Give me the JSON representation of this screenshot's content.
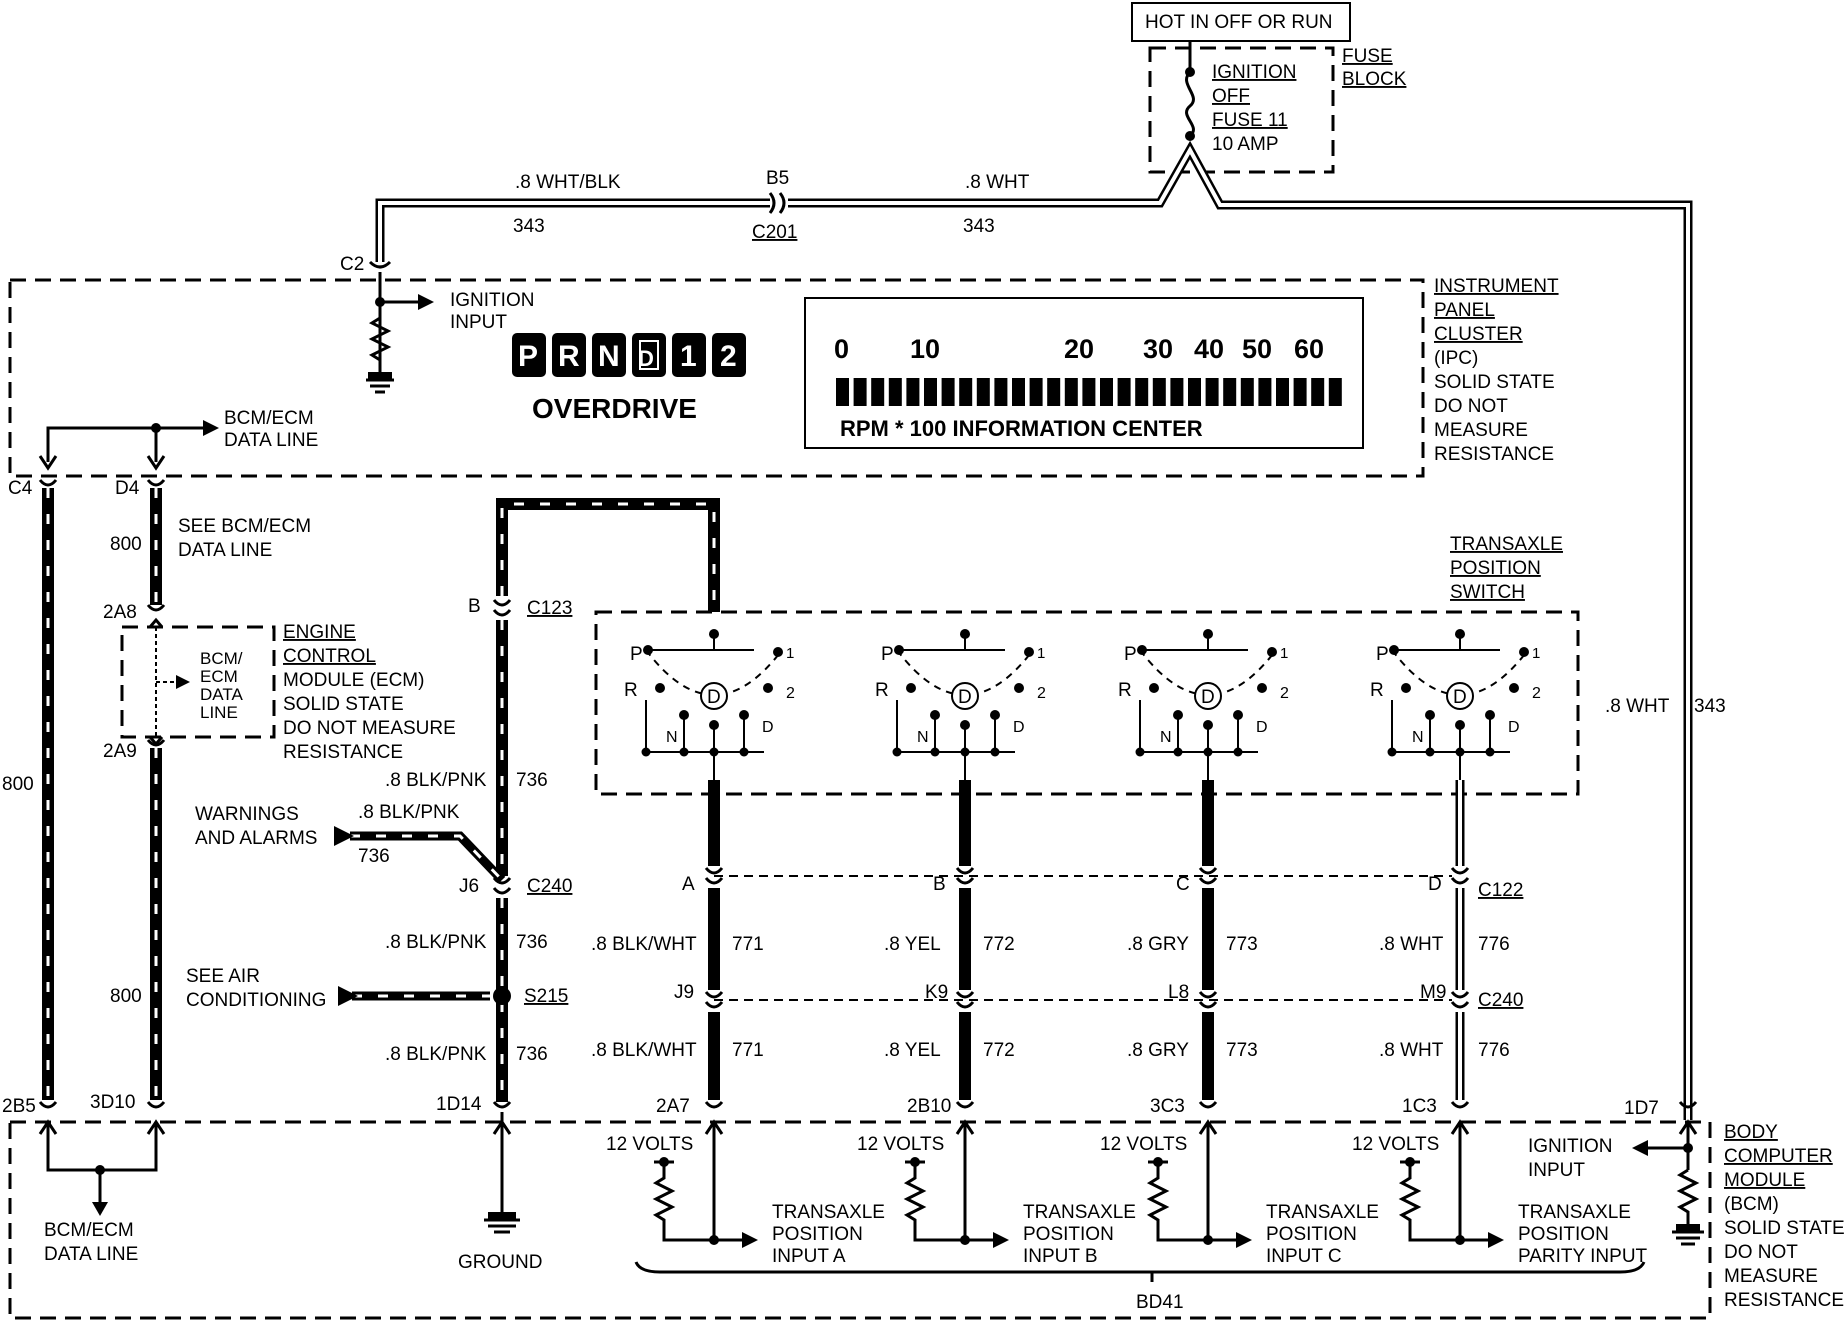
{
  "fuse": {
    "hot_label": "HOT IN OFF OR RUN",
    "block_label": [
      "FUSE",
      "BLOCK"
    ],
    "fuse_text": [
      "IGNITION",
      "OFF",
      "FUSE 11",
      "10 AMP"
    ]
  },
  "wires_top": {
    "left_gauge": ".8 WHT/BLK",
    "left_circuit": "343",
    "connector_pin": "B5",
    "connector": "C201",
    "right_gauge": ".8 WHT",
    "right_circuit": "343",
    "ipc_pin": "C2"
  },
  "ipc": {
    "label": [
      "INSTRUMENT",
      "PANEL",
      "CLUSTER",
      "(IPC)",
      "SOLID STATE",
      "DO NOT",
      "MEASURE",
      "RESISTANCE"
    ],
    "ignition_input": [
      "IGNITION",
      "INPUT"
    ],
    "gears": [
      "P",
      "R",
      "N",
      "D",
      "1",
      "2"
    ],
    "overdrive": "OVERDRIVE",
    "tach_scale": [
      "0",
      "10",
      "20",
      "30",
      "40",
      "50",
      "60"
    ],
    "tach_caption": "RPM * 100  INFORMATION CENTER",
    "data_line": [
      "BCM/ECM",
      "DATA LINE"
    ],
    "pin_c4": "C4",
    "pin_d4": "D4"
  },
  "left_wiring": {
    "see_data_line": [
      "SEE BCM/ECM",
      "DATA LINE"
    ],
    "circuit_800_a": "800",
    "circuit_800_b": "800",
    "circuit_800_c": "800",
    "pin_2a8": "2A8",
    "pin_2a9": "2A9",
    "pin_2b5": "2B5",
    "pin_3d10": "3D10",
    "ecm_inner": [
      "BCM/",
      "ECM",
      "DATA",
      "LINE"
    ],
    "ecm_label": [
      "ENGINE",
      "CONTROL",
      "MODULE (ECM)",
      "SOLID STATE",
      "DO NOT MEASURE",
      "RESISTANCE"
    ]
  },
  "center_wiring": {
    "pin_b": "B",
    "c123": "C123",
    "gauge_736_a": ".8 BLK/PNK",
    "circuit_736_a": "736",
    "warnings": [
      "WARNINGS",
      "AND ALARMS"
    ],
    "warn_gauge": ".8 BLK/PNK",
    "warn_circuit": "736",
    "pin_j6": "J6",
    "c240": "C240",
    "gauge_736_b": ".8 BLK/PNK",
    "circuit_736_b": "736",
    "see_ac": [
      "SEE AIR",
      "CONDITIONING"
    ],
    "s215": "S215",
    "gauge_736_c": ".8 BLK/PNK",
    "circuit_736_c": "736",
    "pin_1d14": "1D14",
    "ground": "GROUND"
  },
  "switch": {
    "label": [
      "TRANSAXLE",
      "POSITION",
      "SWITCH"
    ],
    "pos_labels": [
      "P",
      "R",
      "N",
      "D",
      "1",
      "2"
    ],
    "right_gauge": ".8 WHT",
    "right_circuit": "343"
  },
  "circuits": [
    {
      "pin_top": "A",
      "pin_mid": "J9",
      "pin_bottom": "2A7",
      "gauge": ".8 BLK/WHT",
      "number": "771",
      "input": [
        "TRANSAXLE",
        "POSITION",
        "INPUT A"
      ]
    },
    {
      "pin_top": "B",
      "pin_mid": "K9",
      "pin_bottom": "2B10",
      "gauge": ".8 YEL",
      "number": "772",
      "input": [
        "TRANSAXLE",
        "POSITION",
        "INPUT B"
      ]
    },
    {
      "pin_top": "C",
      "pin_mid": "L8",
      "pin_bottom": "3C3",
      "gauge": ".8 GRY",
      "number": "773",
      "input": [
        "TRANSAXLE",
        "POSITION",
        "INPUT C"
      ]
    },
    {
      "pin_top": "D",
      "pin_mid": "M9",
      "pin_bottom": "1C3",
      "gauge": ".8 WHT",
      "number": "776",
      "input": [
        "TRANSAXLE",
        "POSITION",
        "PARITY INPUT"
      ]
    }
  ],
  "connectors": {
    "c122": "C122",
    "c240": "C240"
  },
  "bcm": {
    "label": [
      "BODY",
      "COMPUTER",
      "MODULE",
      "(BCM)",
      "SOLID STATE",
      "DO NOT",
      "MEASURE",
      "RESISTANCE"
    ],
    "volts": "12 VOLTS",
    "ignition_input": [
      "IGNITION",
      "INPUT"
    ],
    "pin_1d7": "1D7",
    "bd41": "BD41",
    "data_line": [
      "BCM/ECM",
      "DATA LINE"
    ]
  }
}
